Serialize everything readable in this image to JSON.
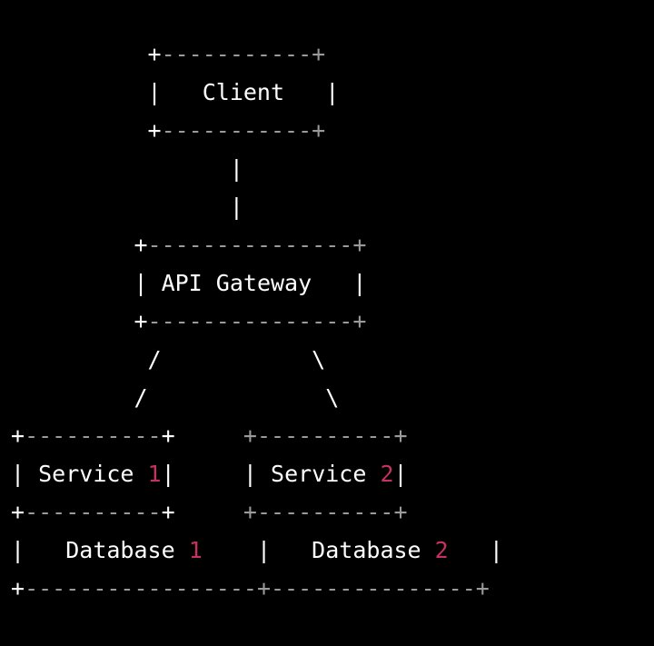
{
  "diagram": {
    "title": "ASCII architecture diagram",
    "type": "ascii-art-block-diagram",
    "background_color": "#000000",
    "colors": {
      "text": "#ffffff",
      "border_dash": "#9a9a9a",
      "accent_digit": "#c2335f"
    },
    "nodes": [
      {
        "id": "client",
        "label": "Client"
      },
      {
        "id": "gateway",
        "label": "API Gateway"
      },
      {
        "id": "service1",
        "label": "Service 1",
        "accent": "1"
      },
      {
        "id": "service2",
        "label": "Service 2",
        "accent": "2"
      },
      {
        "id": "database1",
        "label": "Database 1",
        "accent": "1"
      },
      {
        "id": "database2",
        "label": "Database 2",
        "accent": "2"
      }
    ],
    "edges": [
      {
        "from": "client",
        "to": "gateway",
        "glyph": "|"
      },
      {
        "from": "gateway",
        "to": "service1",
        "glyph": "/"
      },
      {
        "from": "gateway",
        "to": "service2",
        "glyph": "\\"
      },
      {
        "from": "service1",
        "to": "database1",
        "glyph": "box-shared-border"
      },
      {
        "from": "service2",
        "to": "database2",
        "glyph": "box-shared-border"
      }
    ],
    "rows": [
      {
        "id": "row-client-top",
        "segments": [
          {
            "t": "          ",
            "c": "w"
          },
          {
            "t": "+",
            "c": "w"
          },
          {
            "t": "-----------",
            "c": "d"
          },
          {
            "t": "+",
            "c": "d"
          }
        ]
      },
      {
        "id": "row-client-label",
        "segments": [
          {
            "t": "          ",
            "c": "w"
          },
          {
            "t": "|",
            "c": "w"
          },
          {
            "t": "   Client   ",
            "c": "w"
          },
          {
            "t": "|",
            "c": "w"
          }
        ]
      },
      {
        "id": "row-client-bottom",
        "segments": [
          {
            "t": "          ",
            "c": "w"
          },
          {
            "t": "+",
            "c": "w"
          },
          {
            "t": "-----------",
            "c": "d"
          },
          {
            "t": "+",
            "c": "d"
          }
        ]
      },
      {
        "id": "row-connector-1",
        "segments": [
          {
            "t": "                ",
            "c": "w"
          },
          {
            "t": "|",
            "c": "w"
          }
        ]
      },
      {
        "id": "row-connector-2",
        "segments": [
          {
            "t": "                ",
            "c": "w"
          },
          {
            "t": "|",
            "c": "w"
          }
        ]
      },
      {
        "id": "row-gateway-top",
        "segments": [
          {
            "t": "         ",
            "c": "w"
          },
          {
            "t": "+",
            "c": "w"
          },
          {
            "t": "---------------",
            "c": "d"
          },
          {
            "t": "+",
            "c": "d"
          }
        ]
      },
      {
        "id": "row-gateway-label",
        "segments": [
          {
            "t": "         ",
            "c": "w"
          },
          {
            "t": "|",
            "c": "w"
          },
          {
            "t": " API Gateway   ",
            "c": "w"
          },
          {
            "t": "|",
            "c": "w"
          }
        ]
      },
      {
        "id": "row-gateway-bottom",
        "segments": [
          {
            "t": "         ",
            "c": "w"
          },
          {
            "t": "+",
            "c": "w"
          },
          {
            "t": "---------------",
            "c": "d"
          },
          {
            "t": "+",
            "c": "d"
          }
        ]
      },
      {
        "id": "row-branch-1",
        "segments": [
          {
            "t": "          ",
            "c": "w"
          },
          {
            "t": "/",
            "c": "w"
          },
          {
            "t": "           ",
            "c": "w"
          },
          {
            "t": "\\",
            "c": "w"
          }
        ]
      },
      {
        "id": "row-branch-2",
        "segments": [
          {
            "t": "         ",
            "c": "w"
          },
          {
            "t": "/",
            "c": "w"
          },
          {
            "t": "             ",
            "c": "w"
          },
          {
            "t": "\\",
            "c": "w"
          }
        ]
      },
      {
        "id": "row-service-top",
        "segments": [
          {
            "t": "+",
            "c": "w"
          },
          {
            "t": "----------",
            "c": "d"
          },
          {
            "t": "+",
            "c": "w"
          },
          {
            "t": "     ",
            "c": "w"
          },
          {
            "t": "+",
            "c": "d"
          },
          {
            "t": "----------",
            "c": "d"
          },
          {
            "t": "+",
            "c": "d"
          }
        ]
      },
      {
        "id": "row-service-label",
        "segments": [
          {
            "t": "|",
            "c": "w"
          },
          {
            "t": " Service ",
            "c": "w"
          },
          {
            "t": "1",
            "c": "pk"
          },
          {
            "t": "|",
            "c": "w"
          },
          {
            "t": "     ",
            "c": "w"
          },
          {
            "t": "|",
            "c": "w"
          },
          {
            "t": " Service ",
            "c": "w"
          },
          {
            "t": "2",
            "c": "pk"
          },
          {
            "t": "|",
            "c": "w"
          }
        ]
      },
      {
        "id": "row-service-bottom",
        "segments": [
          {
            "t": "+",
            "c": "w"
          },
          {
            "t": "----------",
            "c": "d"
          },
          {
            "t": "+",
            "c": "w"
          },
          {
            "t": "     ",
            "c": "w"
          },
          {
            "t": "+",
            "c": "d"
          },
          {
            "t": "----------",
            "c": "d"
          },
          {
            "t": "+",
            "c": "d"
          }
        ]
      },
      {
        "id": "row-database-label",
        "segments": [
          {
            "t": "|",
            "c": "w"
          },
          {
            "t": "   Database ",
            "c": "w"
          },
          {
            "t": "1",
            "c": "pk"
          },
          {
            "t": "    ",
            "c": "w"
          },
          {
            "t": "|",
            "c": "w"
          },
          {
            "t": "   Database ",
            "c": "w"
          },
          {
            "t": "2",
            "c": "pk"
          },
          {
            "t": "   ",
            "c": "w"
          },
          {
            "t": "|",
            "c": "w"
          }
        ]
      },
      {
        "id": "row-database-bottom",
        "segments": [
          {
            "t": "+",
            "c": "w"
          },
          {
            "t": "-----------------",
            "c": "d"
          },
          {
            "t": "+",
            "c": "d"
          },
          {
            "t": "---------------",
            "c": "d"
          },
          {
            "t": "+",
            "c": "d"
          }
        ]
      }
    ]
  }
}
